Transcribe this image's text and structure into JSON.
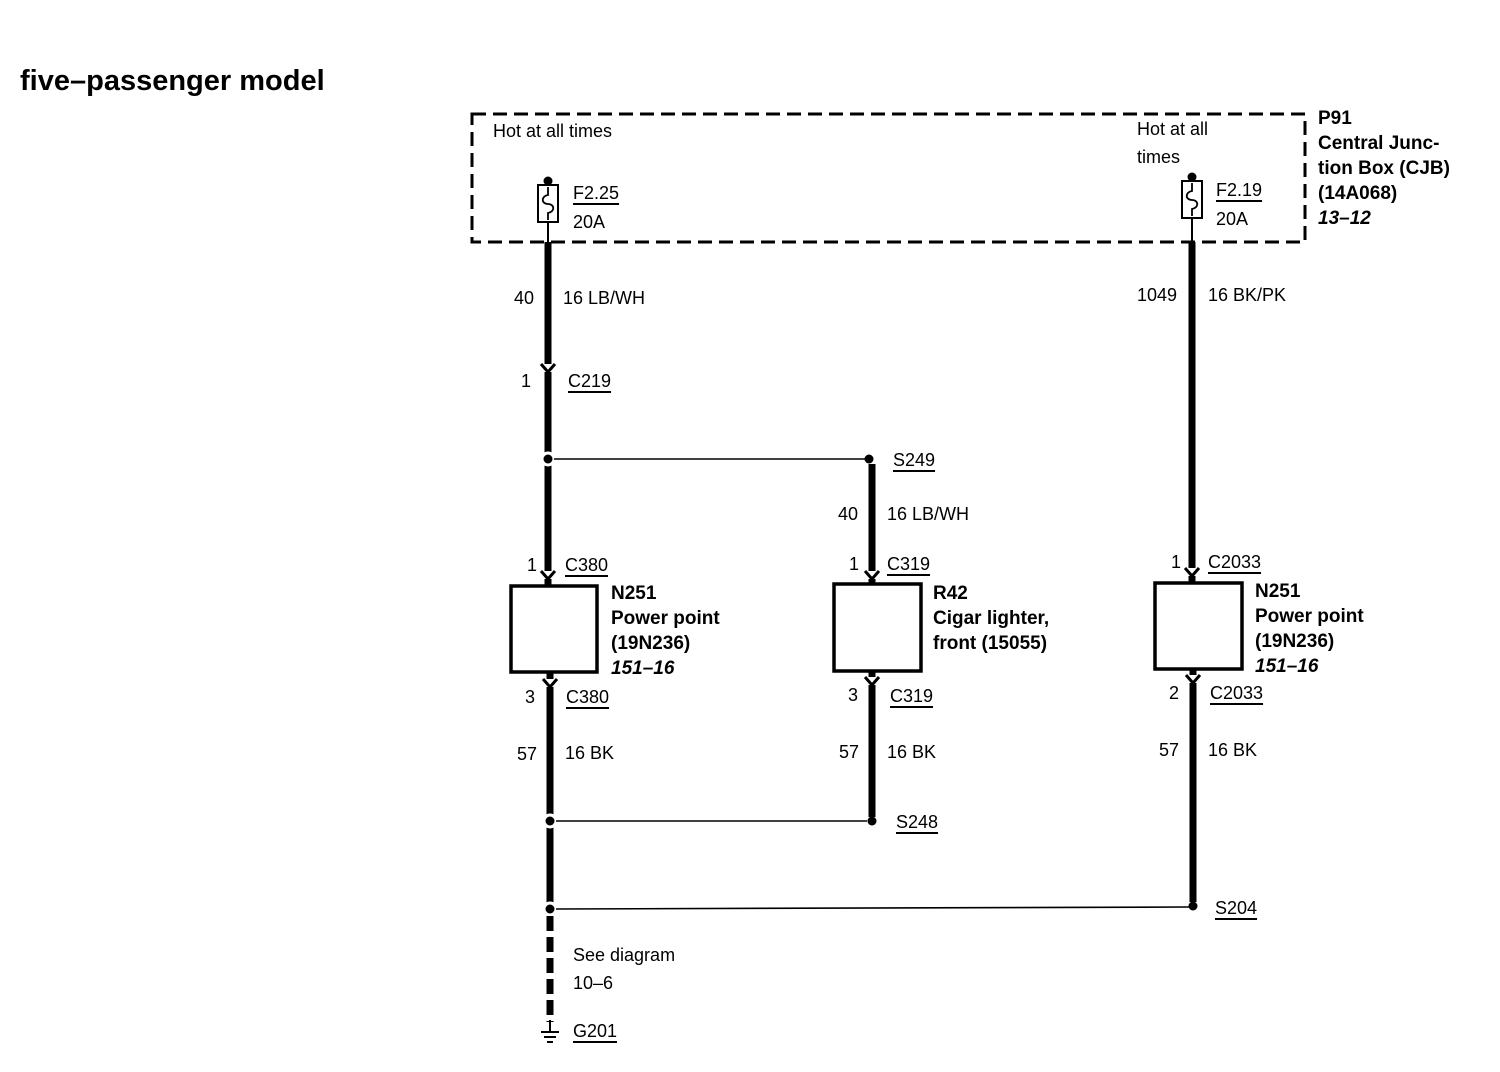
{
  "title": "five–passenger model",
  "junction_box": {
    "id": "P91",
    "name": [
      "Central Junc-",
      "tion Box (CJB)"
    ],
    "part_number": "(14A068)",
    "page_ref": "13–12",
    "hot_left": "Hot at all times",
    "hot_right": [
      "Hot at all",
      "times"
    ]
  },
  "fuses": [
    {
      "id": "F2.25",
      "rating": "20A"
    },
    {
      "id": "F2.19",
      "rating": "20A"
    }
  ],
  "wires": {
    "feed_left": {
      "circuit": "40",
      "gauge_color": "16 LB/WH"
    },
    "feed_right": {
      "circuit": "1049",
      "gauge_color": "16 BK/PK"
    },
    "feed_middle": {
      "circuit": "40",
      "gauge_color": "16 LB/WH"
    },
    "ground_left": {
      "circuit": "57",
      "gauge_color": "16 BK"
    },
    "ground_middle": {
      "circuit": "57",
      "gauge_color": "16 BK"
    },
    "ground_right": {
      "circuit": "57",
      "gauge_color": "16 BK"
    }
  },
  "connectors": {
    "c219": {
      "pin": "1",
      "id": "C219"
    },
    "c380_top": {
      "pin": "1",
      "id": "C380"
    },
    "c380_bottom": {
      "pin": "3",
      "id": "C380"
    },
    "c319_top": {
      "pin": "1",
      "id": "C319"
    },
    "c319_bottom": {
      "pin": "3",
      "id": "C319"
    },
    "c2033_top": {
      "pin": "1",
      "id": "C2033"
    },
    "c2033_bottom": {
      "pin": "2",
      "id": "C2033"
    }
  },
  "components": [
    {
      "id": "N251",
      "lines": [
        "Power point",
        "(19N236)"
      ],
      "page_ref": "151–16"
    },
    {
      "id": "R42",
      "lines": [
        "Cigar lighter,",
        "front (15055)"
      ]
    },
    {
      "id": "N251",
      "lines": [
        "Power point",
        "(19N236)"
      ],
      "page_ref": "151–16"
    }
  ],
  "splices": {
    "top": "S249",
    "middle": "S248",
    "bottom": "S204"
  },
  "ground": {
    "id": "G201",
    "note": [
      "See diagram",
      "10–6"
    ]
  }
}
